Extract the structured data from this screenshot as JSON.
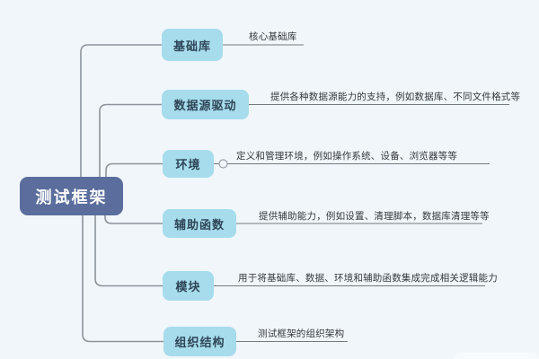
{
  "root": {
    "label": "测试框架"
  },
  "branches": [
    {
      "label": "基础库",
      "leaf": "核心基础库"
    },
    {
      "label": "数据源驱动",
      "leaf": "提供各种数据源能力的支持，例如数据库、不同文件格式等"
    },
    {
      "label": "环境",
      "leaf": "定义和管理环境，例如操作系统、设备、浏览器等等"
    },
    {
      "label": "辅助函数",
      "leaf": "提供辅助能力，例如设置、清理脚本，数据库清理等等"
    },
    {
      "label": "模块",
      "leaf": "用于将基础库、数据、环境和辅助函数集成完成相关逻辑能力"
    },
    {
      "label": "组织结构",
      "leaf": "测试框架的组织架构"
    }
  ],
  "colors": {
    "bg": "#f0f6fa",
    "root-fill": "#5a6d9c",
    "root-text": "#ffffff",
    "branch-fill": "#a6dcec",
    "branch-text": "#2e4557",
    "connector": "#8d939b",
    "leafline": "#74797f",
    "leaf-text": "#35393e"
  }
}
